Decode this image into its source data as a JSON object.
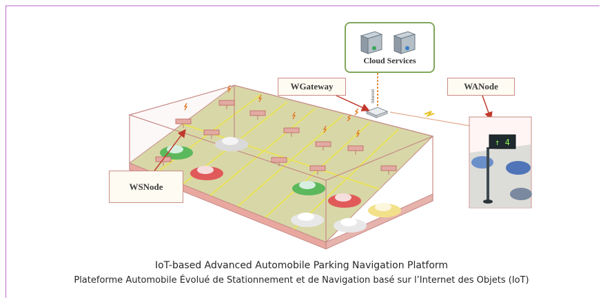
{
  "labels": {
    "wsnode": "WSNode",
    "wgateway": "WGateway",
    "wanode": "WANode",
    "cloud": "Cloud Services",
    "internet": "Internet"
  },
  "sign_text": "↑ 4",
  "caption": {
    "english": "IoT-based Advanced Automobile Parking Navigation Platform",
    "french": "Plateforme Automobile Évolué de Stationnement et de Navigation basé sur l’Internet des Objets (IoT)"
  },
  "colors": {
    "frame": "#b56cc4",
    "box_edge": "#c58a85",
    "floor": "#d8d7a8",
    "slot_border": "#e9e35a",
    "arrow": "#c0392b",
    "cloud_border": "#7fa65a"
  },
  "icons": [
    "server-icon",
    "server-icon",
    "wifi-router-icon",
    "sensor-node-icon",
    "parking-sign-icon",
    "car-icon"
  ]
}
